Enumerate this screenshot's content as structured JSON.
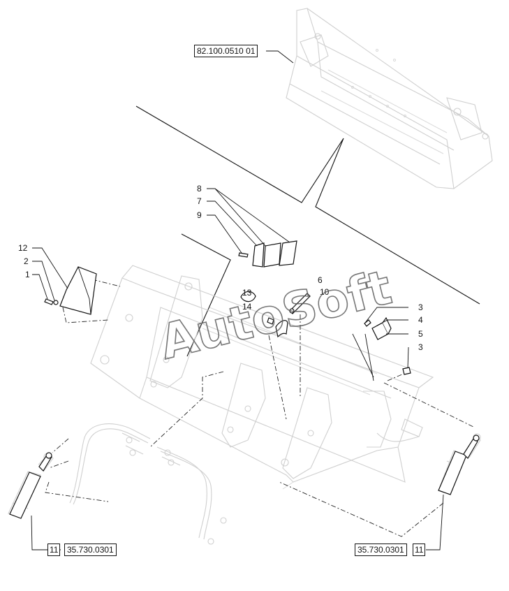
{
  "references": {
    "bucket_group": "82.100.0510 01",
    "cylinder_left_qty": "11",
    "cylinder_left_group": "35.730.0301",
    "cylinder_right_group": "35.730.0301",
    "cylinder_right_qty": "11"
  },
  "callouts": {
    "c1": "1",
    "c2": "2",
    "c12": "12",
    "c8": "8",
    "c7": "7",
    "c9": "9",
    "c6": "6",
    "c10": "10",
    "c13": "13",
    "c14": "14",
    "c3a": "3",
    "c4": "4",
    "c5": "5",
    "c3b": "3"
  },
  "watermark": {
    "text": "AutoSoft"
  }
}
